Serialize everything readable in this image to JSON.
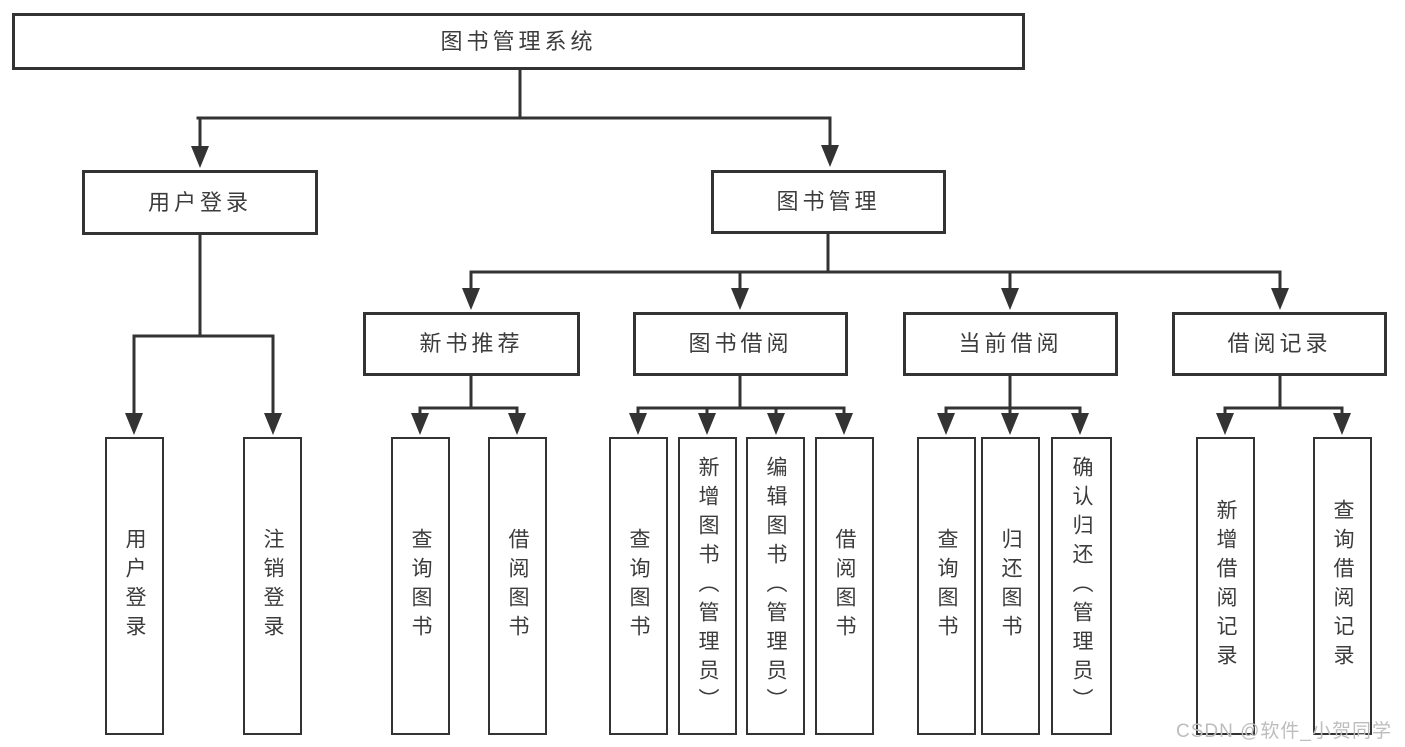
{
  "colors": {
    "line": "#333333",
    "box_border": "#333333",
    "box_background": "#ffffff",
    "text": "#3c3c3c",
    "watermark": "#bdbdbd"
  },
  "diagram": {
    "root": {
      "label": "图书管理系统"
    },
    "level2": [
      {
        "label": "用户登录",
        "parent": "图书管理系统"
      },
      {
        "label": "图书管理",
        "parent": "图书管理系统"
      }
    ],
    "level3": [
      {
        "label": "新书推荐",
        "parent": "图书管理"
      },
      {
        "label": "图书借阅",
        "parent": "图书管理"
      },
      {
        "label": "当前借阅",
        "parent": "图书管理"
      },
      {
        "label": "借阅记录",
        "parent": "图书管理"
      }
    ],
    "leaves": [
      {
        "label": "用户登录",
        "parent": "用户登录"
      },
      {
        "label": "注销登录",
        "parent": "用户登录"
      },
      {
        "label": "查询图书",
        "parent": "新书推荐"
      },
      {
        "label": "借阅图书",
        "parent": "新书推荐"
      },
      {
        "label": "查询图书",
        "parent": "图书借阅"
      },
      {
        "label": "新增图书（管理员）",
        "parent": "图书借阅"
      },
      {
        "label": "编辑图书（管理员）",
        "parent": "图书借阅"
      },
      {
        "label": "借阅图书",
        "parent": "图书借阅"
      },
      {
        "label": "查询图书",
        "parent": "当前借阅"
      },
      {
        "label": "归还图书",
        "parent": "当前借阅"
      },
      {
        "label": "确认归还（管理员）",
        "parent": "当前借阅"
      },
      {
        "label": "新增借阅记录",
        "parent": "借阅记录"
      },
      {
        "label": "查询借阅记录",
        "parent": "借阅记录"
      }
    ]
  },
  "watermark": {
    "text": "CSDN @软件_小贺同学"
  }
}
